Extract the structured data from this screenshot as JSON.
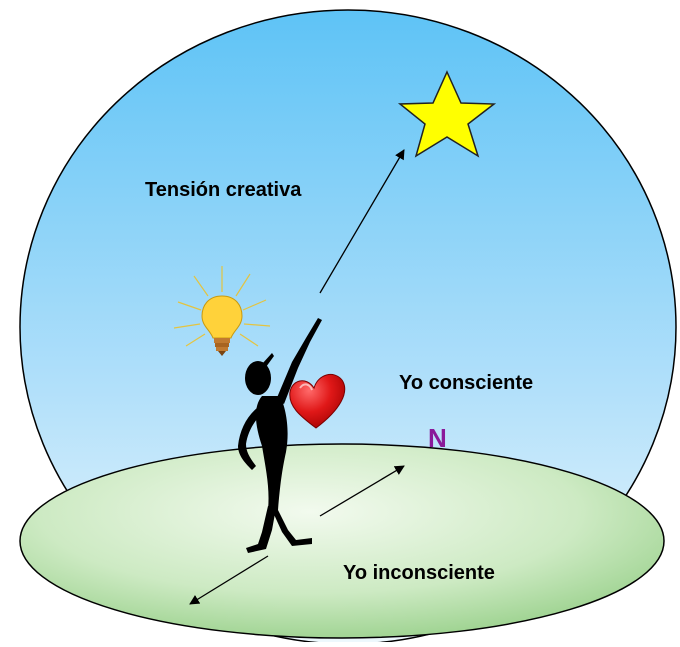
{
  "labels": {
    "tension": "Tensión creativa",
    "conscious": "Yo consciente",
    "unconscious": "Yo inconsciente",
    "north": "N"
  },
  "colors": {
    "sky_top": "#5ec3f6",
    "sky_bottom": "#eaf6fd",
    "ground_light": "#eef8e8",
    "ground_dark": "#9fd492",
    "star": "#ffff00",
    "heart": "#e01818",
    "north": "#8a1a9a",
    "bulb": "#ffd23a",
    "figure": "#000000"
  },
  "icons": [
    "star-icon",
    "lightbulb-icon",
    "heart-icon",
    "stick-figure-icon"
  ]
}
